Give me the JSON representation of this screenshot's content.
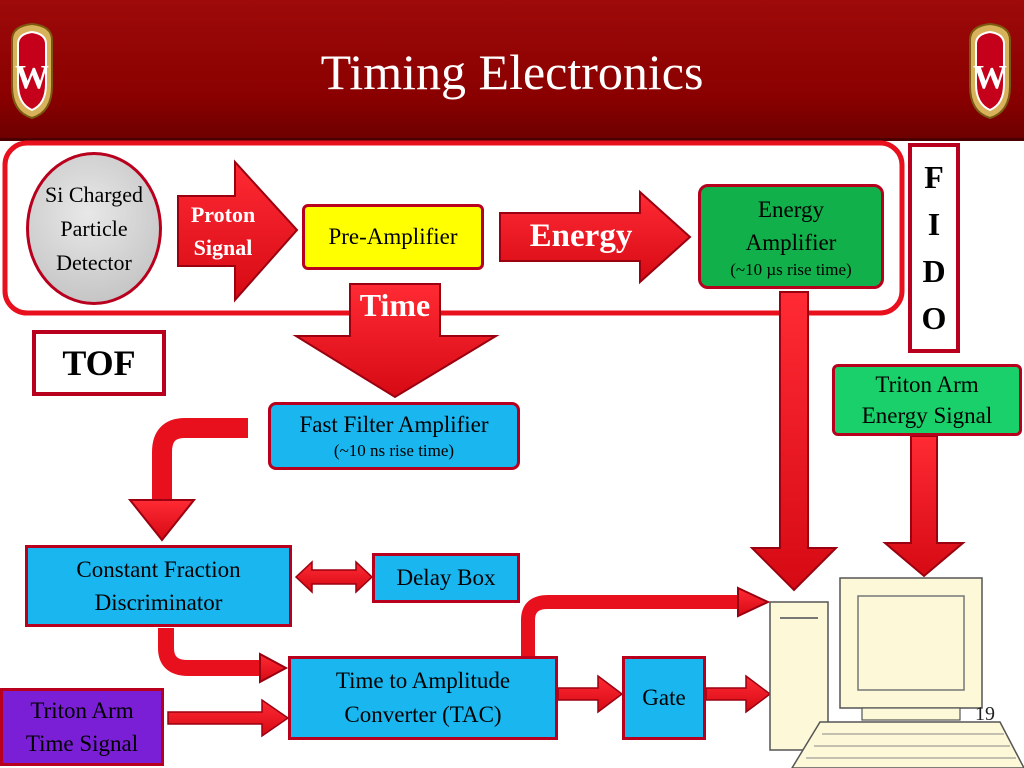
{
  "slide": {
    "title": "Timing Electronics",
    "page_number": "19"
  },
  "nodes": {
    "detector": "Si Charged Particle Detector",
    "proton_signal": "Proton Signal",
    "pre_amplifier": "Pre-Amplifier",
    "energy_label": "Energy",
    "energy_amplifier": "Energy Amplifier",
    "energy_amplifier_note": "(~10 µs rise time)",
    "time_label": "Time",
    "fido": [
      "F",
      "I",
      "D",
      "O"
    ],
    "tof": "TOF",
    "triton_energy": "Triton Arm Energy Signal",
    "fast_filter": "Fast Filter Amplifier",
    "fast_filter_note": "(~10 ns rise time)",
    "cfd": "Constant Fraction Discriminator",
    "delay_box": "Delay Box",
    "tac": "Time to Amplitude Converter (TAC)",
    "gate": "Gate",
    "triton_time": "Triton Arm Time Signal"
  },
  "colors": {
    "header": "#8a0000",
    "arrow": "#e8101c",
    "pre_amplifier": "#ffff00",
    "energy_amplifier": "#11b04a",
    "triton_energy": "#19d06a",
    "blue_box": "#19b6ef",
    "triton_time": "#7a1fd6"
  }
}
